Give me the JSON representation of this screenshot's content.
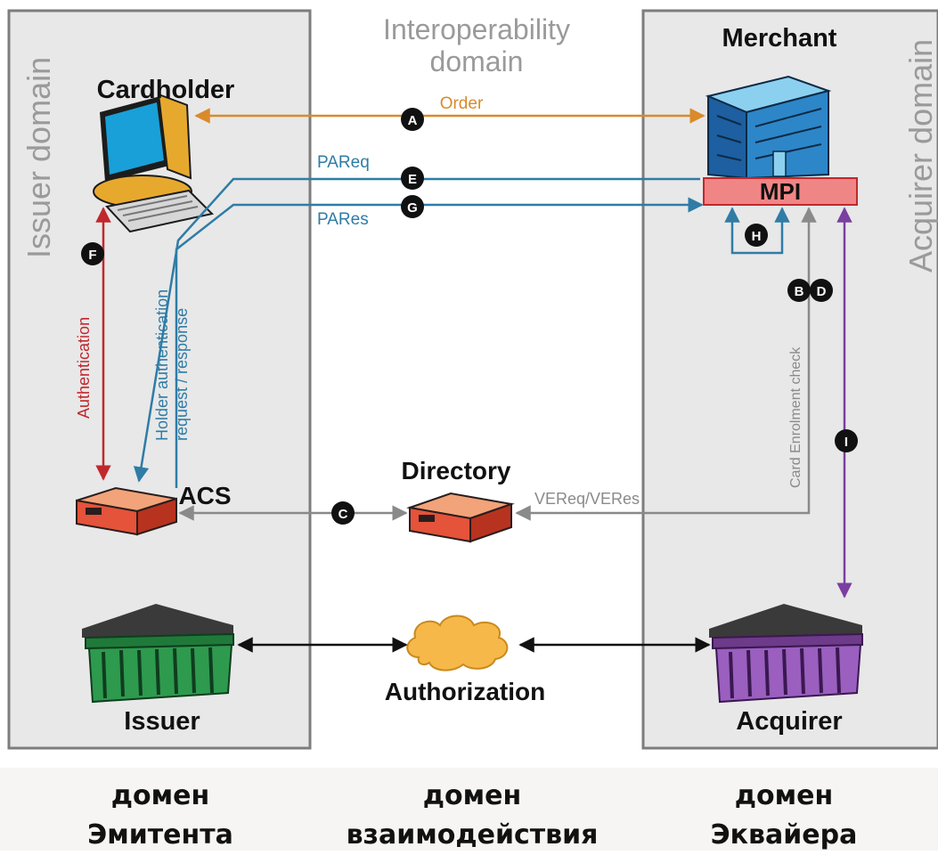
{
  "domains": {
    "issuer": "Issuer domain",
    "interoperability": "Interoperability\ndomain",
    "acquirer": "Acquirer domain"
  },
  "entities": {
    "cardholder": "Cardholder",
    "merchant": "Merchant",
    "mpi": "MPI",
    "acs": "ACS",
    "directory": "Directory",
    "issuer": "Issuer",
    "acquirer": "Acquirer",
    "authorization": "Authorization"
  },
  "flows": {
    "order": "Order",
    "pareq": "PAReq",
    "pares": "PARes",
    "authentication": "Authentication",
    "holder_auth": "Holder authentication\nrequest / response",
    "card_enrolment": "Card Enrolment check",
    "vereq": "VEReq/VERes"
  },
  "steps": [
    "A",
    "B",
    "C",
    "D",
    "E",
    "F",
    "G",
    "H",
    "I"
  ],
  "captions": {
    "issuer": "домен\nЭмитента",
    "interoperability": "домен\nвзаимодействия",
    "acquirer": "домен\nЭквайера"
  },
  "colors": {
    "order": "#d98a2b",
    "pa": "#2f7ca6",
    "authentication": "#c0282d",
    "gray": "#8a8a8a",
    "purple": "#7a3fa0",
    "mpi_fill": "#f08585",
    "panel": "#e8e8e8"
  }
}
